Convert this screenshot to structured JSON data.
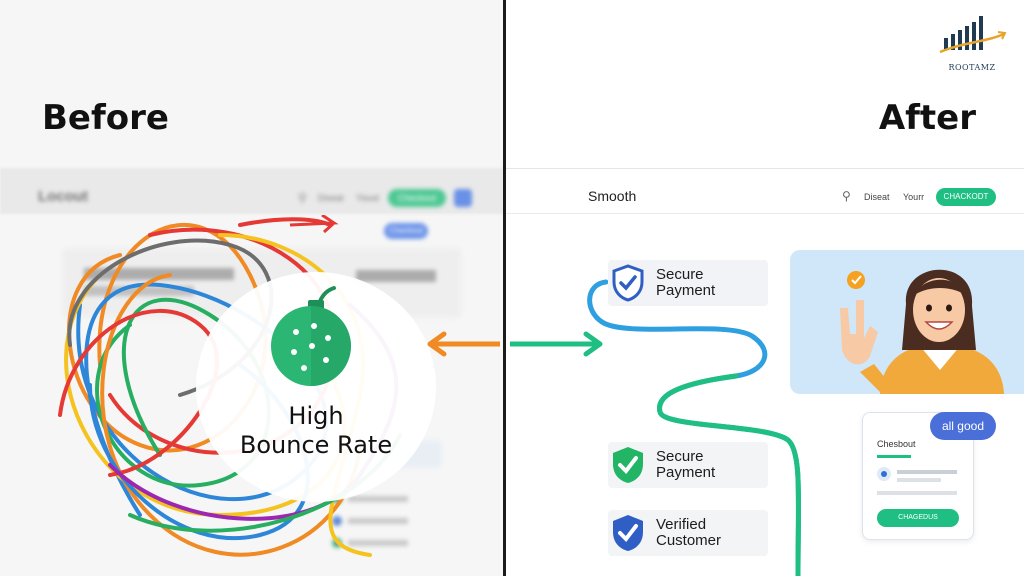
{
  "brand": {
    "name": "ROOTAMZ"
  },
  "colors": {
    "accent_green": "#1fbf83",
    "accent_blue": "#2e86d8",
    "arrow_orange": "#f08a24",
    "badge_green": "#22b566",
    "badge_blue": "#2f5fc4",
    "chat_bubble": "#4a6fd8"
  },
  "before": {
    "heading": "Before",
    "app_title": "Locout",
    "nav": [
      "Diseat",
      "Yioud"
    ],
    "checkout_label": "Checkout",
    "mid_button": "Checkout",
    "bounce_label_line1": "High",
    "bounce_label_line2": "Bounce Rate",
    "icons": [
      "search-icon",
      "cart-icon",
      "bomb-icon",
      "chaos-scribble"
    ]
  },
  "after": {
    "heading": "After",
    "app_title": "Smooth",
    "nav": [
      "Diseat",
      "Yourr"
    ],
    "checkout_label": "CHACKODT",
    "features": [
      {
        "label": "Secure\nPayment",
        "icon": "shield-check-icon"
      },
      {
        "label": "Secure\nPayment",
        "icon": "check-badge-icon"
      },
      {
        "label": "Verified\nCustomer",
        "icon": "shield-check-icon"
      }
    ],
    "chat_bubble": "all good",
    "mockup": {
      "title": "Chesbout",
      "button": "CHAGEDUS"
    },
    "icons": [
      "search-icon",
      "happy-customer",
      "route-path",
      "arrow-right-icon"
    ]
  }
}
